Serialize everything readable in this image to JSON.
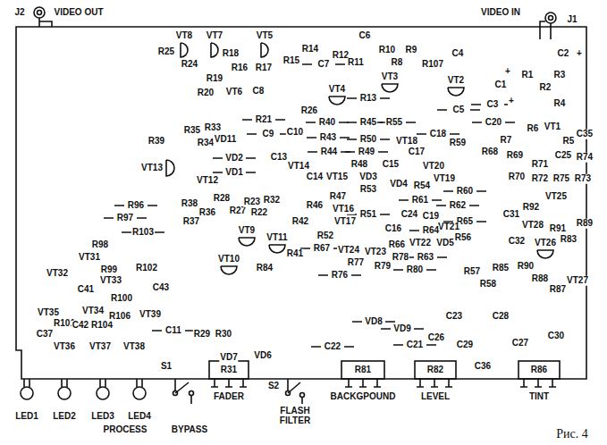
{
  "diagram": {
    "caption": "Рис. 4",
    "labels": [
      "J2",
      "VIDEO OUT",
      "VIDEO IN",
      "J1",
      "VT8",
      "VT7",
      "VT5",
      "C6",
      "R25",
      "R24",
      "R18",
      "R16",
      "R17",
      "R15",
      "R14",
      "R12",
      "R11",
      "R10",
      "R9",
      "R8",
      "R107",
      "C4",
      "C2",
      "+",
      "+",
      "C7",
      "R19",
      "R20",
      "VT6",
      "C8",
      "VT4",
      "VT3",
      "R13",
      "VT2",
      "C1",
      "R1",
      "R3",
      "R2",
      "C5",
      "C3",
      "+",
      "C20",
      "R4",
      "R6",
      "VT1",
      "R5",
      "C35",
      "R7",
      "R68",
      "R69",
      "R59",
      "C18",
      "R55",
      "R45",
      "R40",
      "R26",
      "C10",
      "R21",
      "R33",
      "R35",
      "R39",
      "R34",
      "VD11",
      "C9",
      "R43",
      "R50",
      "VT18",
      "C17",
      "R44",
      "R49",
      "R48",
      "C15",
      "VT20",
      "VT19",
      "C13",
      "VD2",
      "VD1",
      "VT13",
      "VT12",
      "VT14",
      "C14",
      "VT15",
      "VD3",
      "R53",
      "VD4",
      "R54",
      "R60",
      "R70",
      "R71",
      "C25",
      "R74",
      "R72",
      "R75",
      "R73",
      "VT25",
      "R61",
      "R62",
      "R92",
      "R65",
      "C31",
      "VT28",
      "R91",
      "R89",
      "VT26",
      "R83",
      "C32",
      "R90",
      "R88",
      "R87",
      "VT27",
      "R85",
      "R57",
      "R58",
      "VT21",
      "R56",
      "C24",
      "C19",
      "C16",
      "R64",
      "VD5",
      "VT22",
      "R66",
      "R63",
      "R78",
      "R79",
      "R80",
      "R77",
      "R76",
      "VT23",
      "VT24",
      "R67",
      "R52",
      "VT17",
      "VT16",
      "R47",
      "R46",
      "R51",
      "R42",
      "VT11",
      "R41",
      "R84",
      "VT9",
      "VT10",
      "R22",
      "R32",
      "R27",
      "R23",
      "R28",
      "R36",
      "R38",
      "R37",
      "R96",
      "R97",
      "R103",
      "R98",
      "VT31",
      "R99",
      "VT32",
      "C41",
      "VT33",
      "R102",
      "R100",
      "C43",
      "VT35",
      "R101",
      "C42",
      "VT34",
      "R104",
      "R106",
      "VT39",
      "C11",
      "R29",
      "R30",
      "C37",
      "VT36",
      "VT37",
      "VT38",
      "S1",
      "VD7",
      "VD6",
      "R31",
      "S2",
      "C22",
      "VD8",
      "VD9",
      "C21",
      "C26",
      "C23",
      "C29",
      "R81",
      "C36",
      "R82",
      "C28",
      "C27",
      "C30",
      "R86",
      "LED1",
      "LED2",
      "LED3",
      "LED4",
      "PROCESS",
      "BYPASS",
      "FADER",
      "FLASH FILTER",
      "BACKGPOUND",
      "LEVEL",
      "TINT"
    ]
  }
}
